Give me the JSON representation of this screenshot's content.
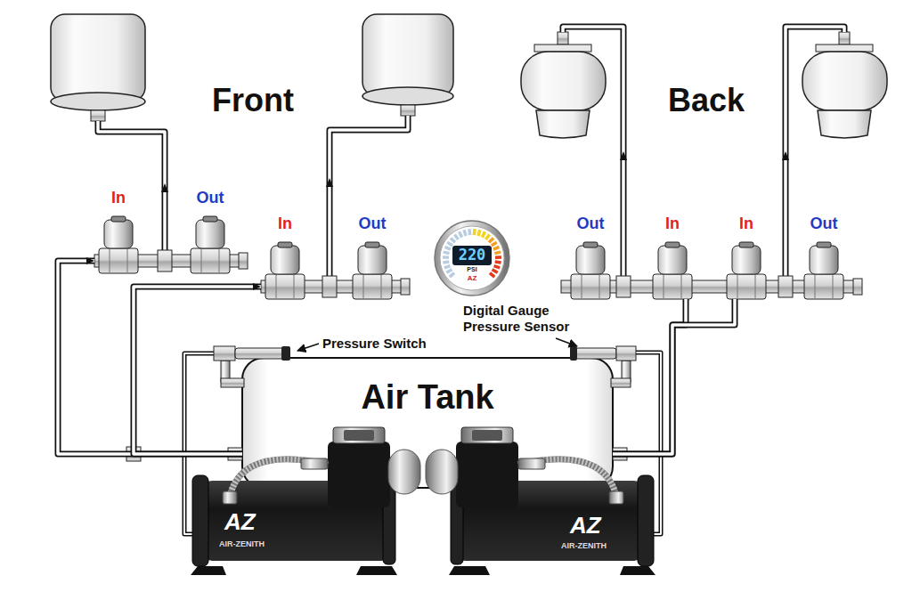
{
  "diagram": {
    "nodes": [
      {
        "text": [
          "In"
        ]
      },
      {
        "text": [
          "Out"
        ]
      },
      {
        "text": [
          "In"
        ]
      },
      {
        "text": [
          "Out"
        ]
      },
      {
        "text": [
          "Out"
        ]
      },
      {
        "text": [
          "In"
        ]
      },
      {
        "text": [
          "In"
        ]
      },
      {
        "text": [
          "Out"
        ]
      },
      {
        "text": [
          "Air Tank"
        ]
      }
    ],
    "edges": [
      {
        "from": 8,
        "to": 0,
        "arrow": "to"
      },
      {
        "from": 8,
        "to": 2,
        "arrow": "to"
      },
      {
        "from": 8,
        "to": 5,
        "arrow": "none"
      },
      {
        "from": 8,
        "to": 6,
        "arrow": "none"
      }
    ],
    "labels": [
      "Front",
      "Back",
      "220",
      "PSI",
      "AZ",
      "Digital Gauge Pressure Sensor",
      "Pressure Switch",
      "AZ",
      "AIR-ZENITH",
      "AZ",
      "AIR-ZENITH"
    ]
  }
}
